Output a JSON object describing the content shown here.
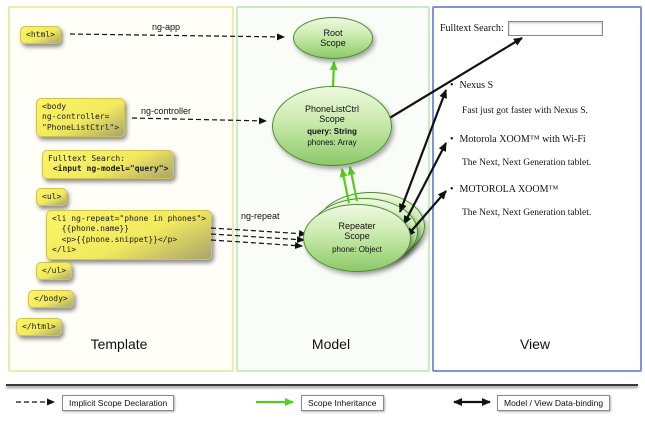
{
  "panels": {
    "template": {
      "label": "Template",
      "boxes": {
        "html_open": {
          "lines": [
            "<html>"
          ]
        },
        "body_open": {
          "lines": [
            "<body",
            "ng-controller=",
            "\"PhoneListCtrl\">"
          ]
        },
        "fulltext": {
          "lines": [
            "Fulltext Search:",
            " <input ng-model=\"query\">"
          ]
        },
        "ul_open": {
          "lines": [
            "<ul>"
          ]
        },
        "li_repeat": {
          "lines": [
            "<li ng-repeat=\"phone in phones\">",
            "  {{phone.name}}",
            "  <p>{{phone.snippet}}</p>",
            "</li>"
          ]
        },
        "ul_close": {
          "lines": [
            "</ul>"
          ]
        },
        "body_close": {
          "lines": [
            "</body>"
          ]
        },
        "html_close": {
          "lines": [
            "</html>"
          ]
        }
      }
    },
    "model": {
      "label": "Model",
      "root_scope": {
        "line1": "Root",
        "line2": "Scope"
      },
      "phonelist_scope": {
        "line1": "PhoneListCtrl",
        "line2": "Scope",
        "prop_query": "query: String",
        "prop_phones": "phones: Array"
      },
      "repeater_scope": {
        "line1": "Repeater",
        "line2": "Scope",
        "prop_phone": "phone: Object"
      }
    },
    "view": {
      "label": "View",
      "search_label": "Fulltext Search:",
      "search_value": "",
      "items": [
        {
          "title": "Nexus S",
          "subtitle": "Fast just got faster with Nexus S."
        },
        {
          "title": "Motorola XOOM™ with Wi-Fi",
          "subtitle": "The Next, Next Generation tablet."
        },
        {
          "title": "MOTOROLA XOOM™",
          "subtitle": "The Next, Next Generation tablet."
        }
      ]
    }
  },
  "arrows": {
    "ng_app": "ng-app",
    "ng_controller": "ng-controller",
    "ng_repeat": "ng-repeat"
  },
  "legend": {
    "implicit": "Implicit Scope Declaration",
    "inheritance": "Scope Inheritance",
    "databinding": "Model / View Data-binding"
  },
  "colors": {
    "code_box_top": "#faf467",
    "code_box_bottom": "#a9a46c",
    "scope_fill_top": "#eef9e0",
    "scope_fill_bottom": "#8cc968",
    "scope_border": "#4c8c34",
    "template_border": "#f0e9a8",
    "model_border": "#cde9c2",
    "view_border": "#8191dd",
    "green_arrow": "#55cc22",
    "arrow_black": "#111111"
  }
}
